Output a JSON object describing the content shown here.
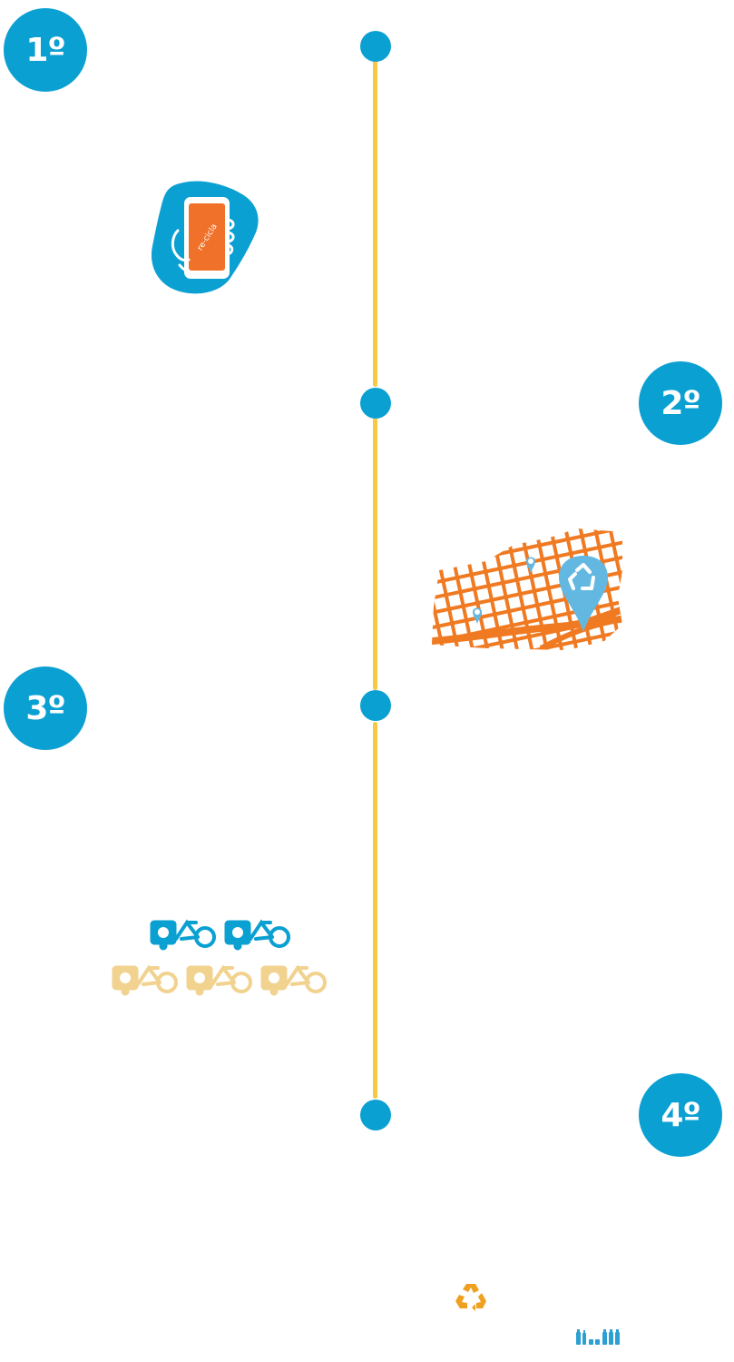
{
  "steps": [
    {
      "label": "1º"
    },
    {
      "label": "2º"
    },
    {
      "label": "3º"
    },
    {
      "label": "4º"
    }
  ],
  "phone_illustration": {
    "icon": "hand-holding-phone-icon",
    "screen_text": "re-cicla"
  },
  "map_illustration": {
    "icon": "city-map-recycling-pin-icon"
  },
  "bikes_illustration": {
    "icon": "cargo-bike-icon",
    "active_count": 2,
    "inactive_count": 3
  },
  "colors": {
    "primary_blue": "#0aa0d2",
    "timeline_yellow": "#f7c843",
    "map_orange": "#f07a22",
    "bike_inactive": "#f1d28f",
    "recycle_orange": "#f0a020",
    "bottle_blue": "#2c9fd3"
  }
}
